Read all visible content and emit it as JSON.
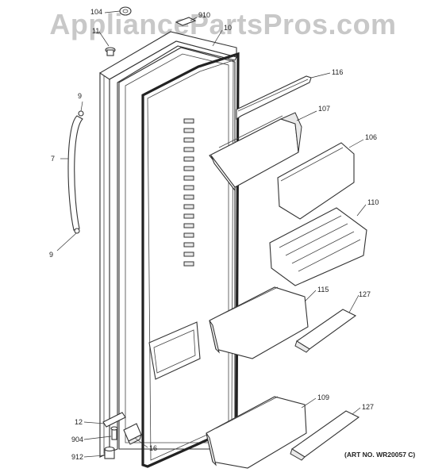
{
  "watermark": "AppliancePartsPros.com",
  "art_number": "(ART NO. WR20057 C)",
  "callouts": {
    "p104": "104",
    "p910": "910",
    "p11": "11",
    "p10": "10",
    "p9_top": "9",
    "p7": "7",
    "p9_bottom": "9",
    "p116": "116",
    "p107": "107",
    "p106": "106",
    "p110": "110",
    "p115": "115",
    "p127_upper": "127",
    "p109": "109",
    "p127_lower": "127",
    "p12": "12",
    "p904": "904",
    "p16": "16",
    "p912": "912"
  }
}
